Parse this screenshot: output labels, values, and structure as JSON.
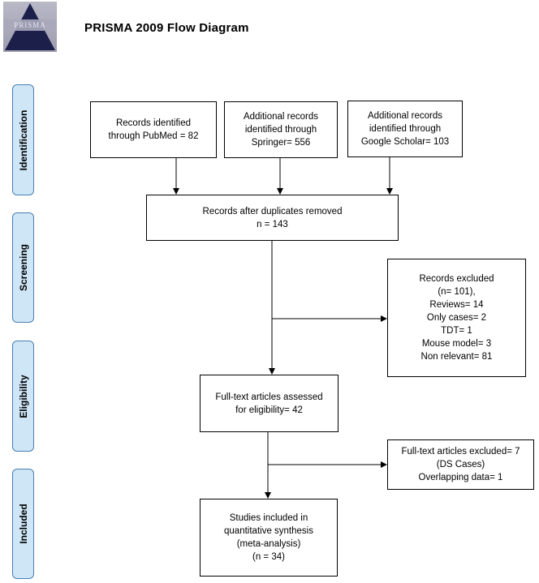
{
  "header": {
    "logo_text": "PRISMA",
    "title": "PRISMA 2009 Flow Diagram"
  },
  "stages": {
    "identification": "Identification",
    "screening": "Screening",
    "eligibility": "Eligibility",
    "included": "Included"
  },
  "boxes": {
    "pubmed": [
      "Records identified",
      "through PubMed = 82"
    ],
    "springer": [
      "Additional records",
      "identified through",
      "Springer= 556"
    ],
    "scholar": [
      "Additional records",
      "identified through",
      "Google Scholar= 103"
    ],
    "duplicates": [
      "Records after duplicates removed",
      "n = 143"
    ],
    "excluded": [
      "Records excluded",
      "(n= 101),",
      "Reviews= 14",
      "Only cases= 2",
      "TDT= 1",
      "Mouse model= 3",
      "Non relevant= 81"
    ],
    "fulltext": [
      "Full-text articles assessed",
      "for eligibility= 42"
    ],
    "fulltext_excluded": [
      "Full-text articles excluded= 7",
      "(DS Cases)",
      "Overlapping data= 1"
    ],
    "included": [
      "Studies included in",
      "quantitative synthesis",
      "(meta-analysis)",
      "(n =  34)"
    ]
  },
  "colors": {
    "stage_fill": "#cfe6f7",
    "stage_border": "#4a7fb0",
    "box_border": "#000000"
  }
}
